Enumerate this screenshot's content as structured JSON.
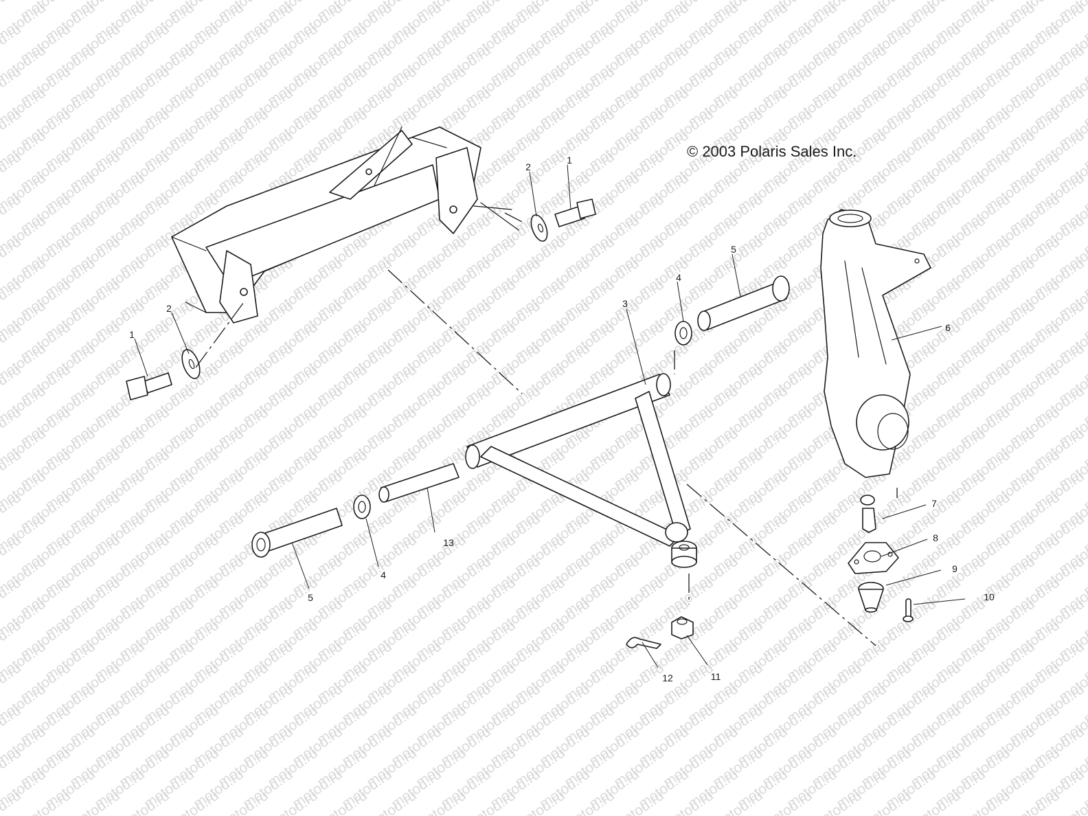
{
  "copyright": "© 2003 Polaris Sales Inc.",
  "watermark": "motod.ru",
  "callouts": [
    "1",
    "2",
    "1",
    "2",
    "3",
    "4",
    "5",
    "6",
    "13",
    "4",
    "5",
    "7",
    "8",
    "9",
    "10",
    "11",
    "12"
  ]
}
